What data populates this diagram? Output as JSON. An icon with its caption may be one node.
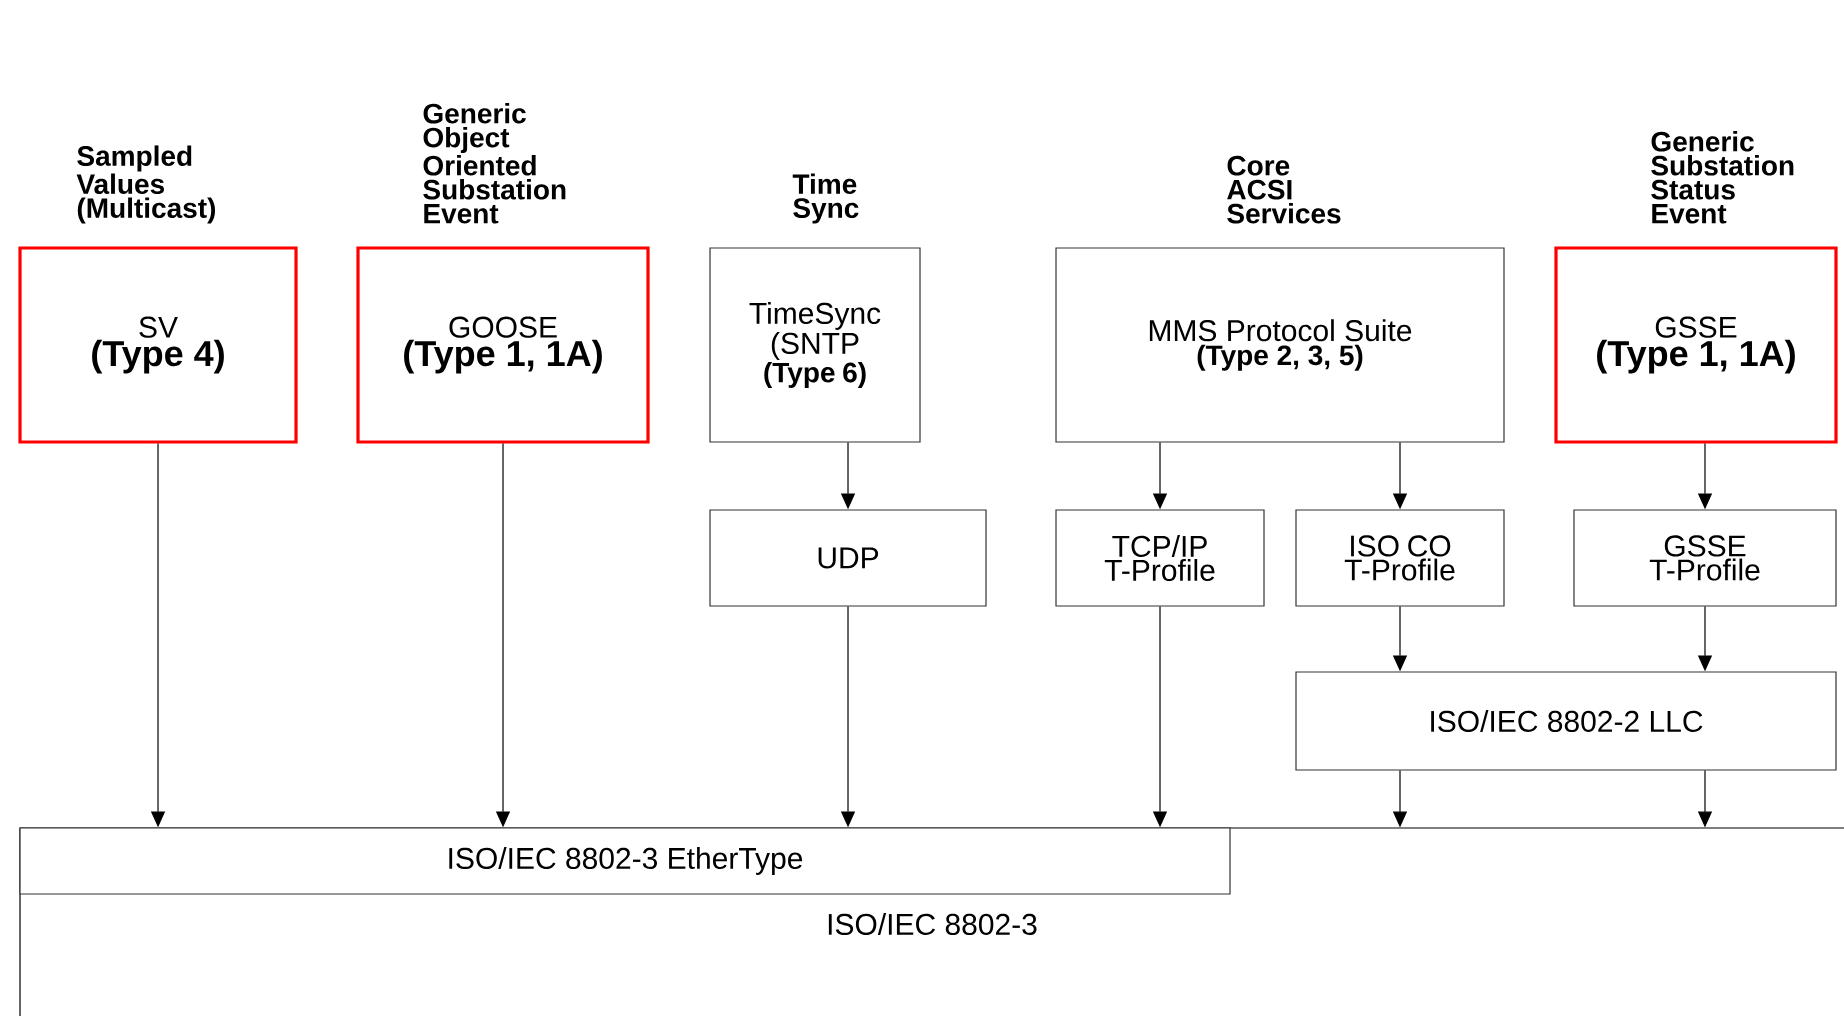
{
  "diagram": {
    "nodes": [
      {
        "text": [
          "Sampled Values (Multicast)",
          "SV",
          "(Type 4)"
        ]
      },
      {
        "text": [
          "Generic Object Oriented Substation Event",
          "GOOSE",
          "(Type 1, 1A)"
        ]
      },
      {
        "text": [
          "Time Sync",
          "TimeSync (SNTP",
          "(Type 6)"
        ]
      },
      {
        "text": [
          "Core ACSI Services",
          "MMS Protocol Suite",
          "(Type 2, 3, 5)"
        ]
      },
      {
        "text": [
          "Generic Substation Status Event",
          "GSSE",
          "(Type 1, 1A)"
        ]
      },
      {
        "text": [
          "UDP"
        ]
      },
      {
        "text": [
          "TCP/IP T-Profile"
        ]
      },
      {
        "text": [
          "ISO CO T-Profile"
        ]
      },
      {
        "text": [
          "GSSE T-Profile"
        ]
      },
      {
        "text": [
          "ISO/IEC 8802-2 LLC"
        ]
      },
      {
        "text": [
          "ISO/IEC 8802-3"
        ]
      },
      {
        "text": [
          "ISO/IEC 8802-3 EtherType"
        ],
        "in": 10
      }
    ],
    "edges": [
      {
        "from": 0,
        "to": 11,
        "arrow": "to"
      },
      {
        "from": 1,
        "to": 11,
        "arrow": "to"
      },
      {
        "from": 2,
        "to": 5,
        "arrow": "to"
      },
      {
        "from": 5,
        "to": 11,
        "arrow": "to"
      },
      {
        "from": 3,
        "to": 6,
        "arrow": "to"
      },
      {
        "from": 3,
        "to": 7,
        "arrow": "to"
      },
      {
        "from": 6,
        "to": 11,
        "arrow": "to"
      },
      {
        "from": 4,
        "to": 8,
        "arrow": "to"
      },
      {
        "from": 7,
        "to": 9,
        "arrow": "to"
      },
      {
        "from": 8,
        "to": 9,
        "arrow": "to"
      },
      {
        "from": 9,
        "to": 10,
        "arrow": "to"
      },
      {
        "from": 9,
        "to": 10,
        "arrow": "to"
      }
    ]
  }
}
